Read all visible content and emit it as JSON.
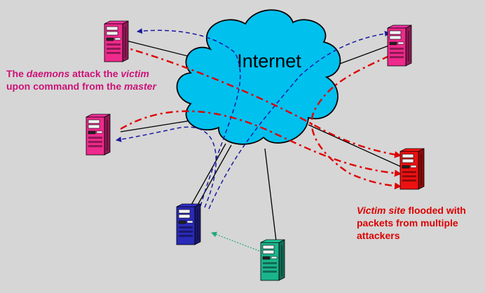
{
  "cloud": {
    "label": "Internet",
    "fill": "#00c0ee",
    "stroke": "#000000"
  },
  "captions": {
    "daemons": {
      "color": "#cc1177",
      "parts": [
        {
          "t": "The ",
          "i": false
        },
        {
          "t": "daemons",
          "i": true
        },
        {
          "t": " attack the ",
          "i": false
        },
        {
          "t": "victim",
          "i": true
        },
        {
          "t": " upon command from the ",
          "i": false
        },
        {
          "t": "master",
          "i": true
        }
      ]
    },
    "victim": {
      "color": "#dd0000",
      "parts": [
        {
          "t": "Victim site",
          "i": true
        },
        {
          "t": " flooded with packets from multiple attackers",
          "i": false
        }
      ]
    }
  },
  "hosts": [
    {
      "name": "daemon-host-top-left",
      "role": "daemon",
      "color": "#ee2a8c"
    },
    {
      "name": "daemon-host-mid-left",
      "role": "daemon",
      "color": "#ee2a8c"
    },
    {
      "name": "daemon-host-top-right",
      "role": "daemon",
      "color": "#ee2a8c"
    },
    {
      "name": "victim-host",
      "role": "victim",
      "color": "#ee1111"
    },
    {
      "name": "master-host",
      "role": "master",
      "color": "#2a2ab8"
    },
    {
      "name": "attacker-host",
      "role": "attacker",
      "color": "#1cb48c"
    }
  ],
  "colors": {
    "background": "#d6d6d6",
    "command_arrow": "#1a1aa0",
    "attack_arrow": "#e00000",
    "control_arrow": "#1fa87a",
    "link": "#000000"
  }
}
